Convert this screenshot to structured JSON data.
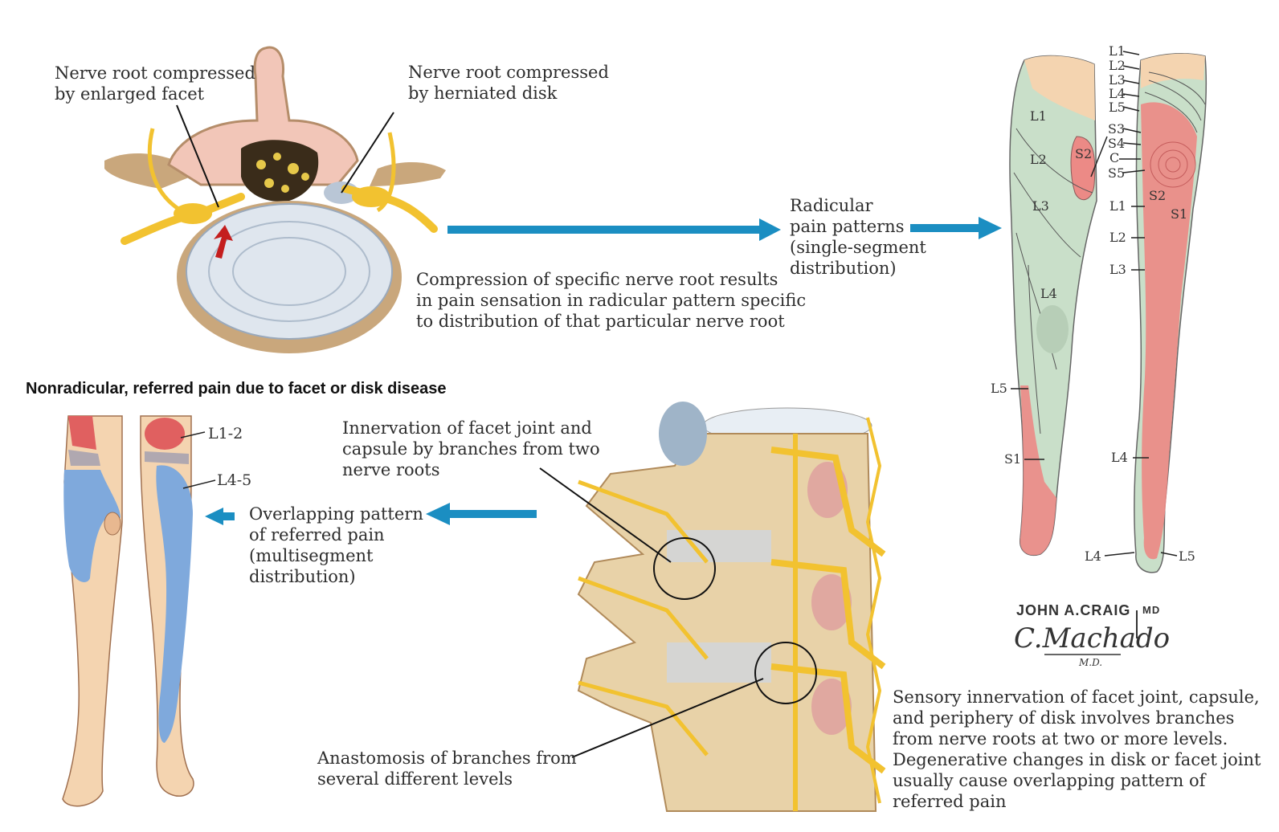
{
  "labels": {
    "facet_compressed": "Nerve root compressed\nby enlarged facet",
    "disk_compressed": "Nerve root compressed\nby herniated disk",
    "compression_text": "Compression of specific nerve root results\nin pain sensation in radicular pattern specific\nto distribution of that particular nerve root",
    "radicular_patterns": "Radicular\npain patterns\n(single-segment\ndistribution)",
    "nonradicular_heading": "Nonradicular, referred pain due to facet or disk disease",
    "innervation_facet": "Innervation of facet joint and\ncapsule by branches from two\nnerve roots",
    "overlapping_pattern": "Overlapping pattern\nof referred pain\n(multisegment\ndistribution)",
    "anastomosis": "Anastomosis of branches from\nseveral different levels",
    "sensory_innervation": "Sensory innervation of facet joint, capsule,\nand periphery of disk involves branches\nfrom nerve roots at two or more levels.\nDegenerative changes in disk or facet joint\nusually cause overlapping pattern of\nreferred pain"
  },
  "referred_legend": {
    "l1_2": "L1-2",
    "l4_5": "L4-5"
  },
  "dermatomes": {
    "front_leg": {
      "l1": "L1",
      "l2": "L2",
      "l3": "L3",
      "l4": "L4",
      "s2": "S2"
    },
    "back_top": [
      "L1",
      "L2",
      "L3",
      "L4",
      "L5",
      "S3",
      "S4",
      "C",
      "S5"
    ],
    "back_inner": {
      "s2": "S2",
      "s1": "S1"
    },
    "back_side": {
      "l1": "L1",
      "l2": "L2",
      "l3": "L3",
      "l4": "L4"
    },
    "left_side": {
      "l5": "L5",
      "s1": "S1"
    },
    "foot": {
      "l4": "L4",
      "l5": "L5"
    }
  },
  "signature": {
    "line1": "JOHN A.CRAIG",
    "md1": "MD",
    "line2": "C.Machado",
    "md2": "M.D."
  },
  "colors": {
    "arrow": "#1b8ec2",
    "nerve": "#f2c230",
    "green_dermatome": "#c9dfc9",
    "red_dermatome": "#ec8a86",
    "blue_referred": "#7fa9dc",
    "skin": "#f4d4b0",
    "bone": "#e8d2a8"
  }
}
